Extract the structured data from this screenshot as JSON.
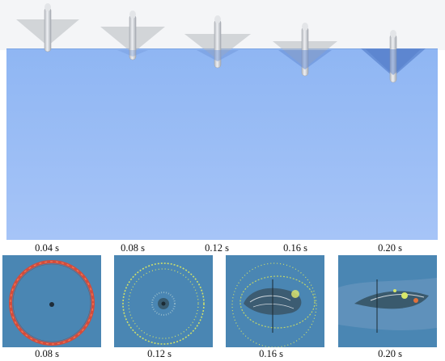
{
  "top_row": {
    "time_labels": [
      "0.04 s",
      "0.08 s",
      "0.12 s",
      "0.16 s",
      "0.20 s"
    ]
  },
  "bottom_row": {
    "time_labels": [
      "0.08 s",
      "0.12 s",
      "0.16 s",
      "0.20 s"
    ]
  },
  "colors": {
    "water": "#9dbef7",
    "air": "#f4f5f7",
    "panel_background": "#4a86b3",
    "ring_red": "#e04a3a",
    "ring_yellow": "#d8e86a"
  }
}
